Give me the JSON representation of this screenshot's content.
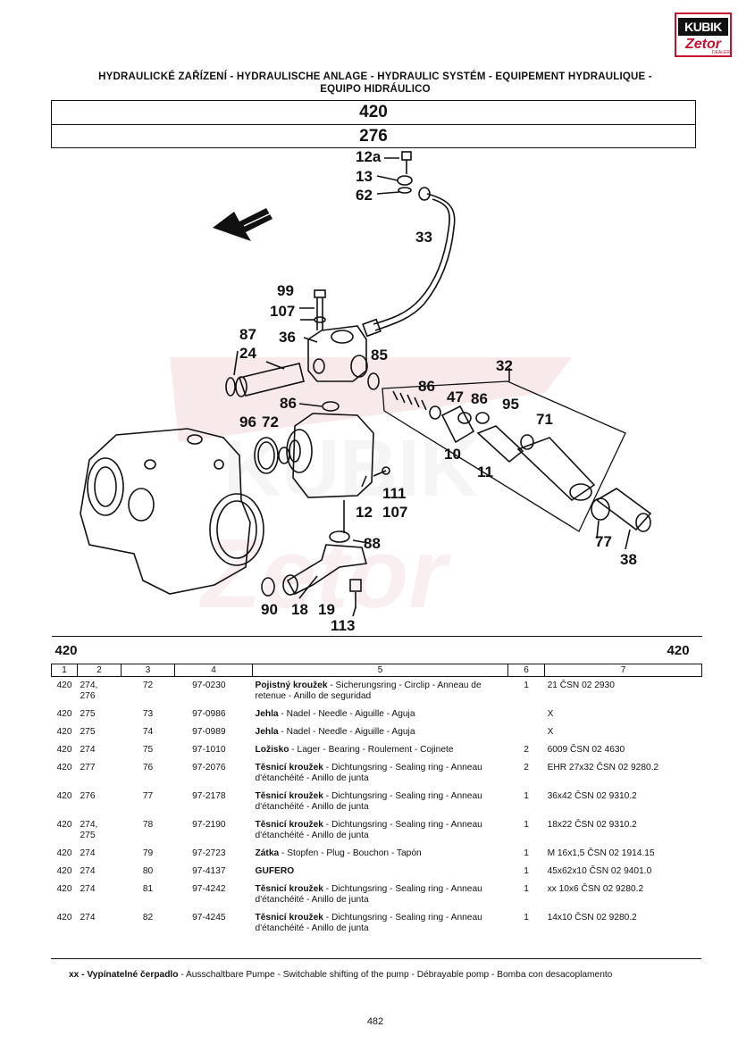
{
  "logo": {
    "brand": "KUBIK",
    "sub": "Zetor",
    "tiny": "DEALER"
  },
  "title": {
    "line1": "HYDRAULICKÉ ZAŘÍZENÍ - HYDRAULISCHE ANLAGE - HYDRAULIC SYSTÉM - EQUIPEMENT HYDRAULIQUE -",
    "line2": "EQUIPO HIDRÁULICO"
  },
  "model_box": {
    "top": "420",
    "bottom": "276"
  },
  "diagram": {
    "callouts": [
      "12a",
      "13",
      "62",
      "33",
      "99",
      "107",
      "36",
      "87",
      "24",
      "85",
      "32",
      "86",
      "47",
      "86",
      "95",
      "71",
      "86",
      "96",
      "72",
      "10",
      "11",
      "111",
      "107",
      "12",
      "88",
      "77",
      "38",
      "90",
      "18",
      "19",
      "113"
    ]
  },
  "table": {
    "model_left": "420",
    "model_right": "420",
    "columns": [
      "1",
      "2",
      "3",
      "4",
      "5",
      "6",
      "7"
    ],
    "rows": [
      {
        "c1": "420",
        "c2": "274,\n276",
        "c3": "72",
        "c4": "97-0230",
        "name": "Pojistný kroužek",
        "desc": " - Sicherungsring - Circlip - Anneau de retenue - Anillo de seguridad",
        "c6": "1",
        "c7": "21 ČSN 02 2930"
      },
      {
        "c1": "420",
        "c2": "275",
        "c3": "73",
        "c4": "97-0986",
        "name": "Jehla",
        "desc": " - Nadel - Needle - Aiguille - Aguja",
        "c6": "",
        "c7": "X"
      },
      {
        "c1": "420",
        "c2": "275",
        "c3": "74",
        "c4": "97-0989",
        "name": "Jehla",
        "desc": " - Nadel - Needle - Aiguille - Aguja",
        "c6": "",
        "c7": "X"
      },
      {
        "c1": "420",
        "c2": "274",
        "c3": "75",
        "c4": "97-1010",
        "name": "Ložisko",
        "desc": " - Lager - Bearing - Roulement - Cojinete",
        "c6": "2",
        "c7": "6009 ČSN 02 4630"
      },
      {
        "c1": "420",
        "c2": "277",
        "c3": "76",
        "c4": "97-2076",
        "name": "Těsnicí kroužek",
        "desc": " - Dichtungsring - Sealing ring - Anneau d'étanchéité - Anillo de junta",
        "c6": "2",
        "c7": "EHR  27x32 ČSN 02 9280.2"
      },
      {
        "c1": "420",
        "c2": "276",
        "c3": "77",
        "c4": "97-2178",
        "name": "Těsnicí kroužek",
        "desc": " - Dichtungsring - Sealing ring - Anneau d'étanchéité - Anillo de junta",
        "c6": "1",
        "c7": "36x42 ČSN 02 9310.2"
      },
      {
        "c1": "420",
        "c2": "274,\n275",
        "c3": "78",
        "c4": "97-2190",
        "name": "Těsnicí kroužek",
        "desc": " - Dichtungsring - Sealing ring - Anneau d'étanchéité - Anillo de junta",
        "c6": "1",
        "c7": "18x22 ČSN 02 9310.2"
      },
      {
        "c1": "420",
        "c2": "274",
        "c3": "79",
        "c4": "97-2723",
        "name": "Zátka",
        "desc": " - Stopfen - Plug - Bouchon - Tapón",
        "c6": "1",
        "c7": "M 16x1,5 ČSN 02 1914.15"
      },
      {
        "c1": "420",
        "c2": "274",
        "c3": "80",
        "c4": "97-4137",
        "name": "GUFERO",
        "desc": "",
        "c6": "1",
        "c7": "45x62x10 ČSN 02 9401.0"
      },
      {
        "c1": "420",
        "c2": "274",
        "c3": "81",
        "c4": "97-4242",
        "name": "Těsnicí kroužek",
        "desc": " - Dichtungsring - Sealing ring - Anneau d'étanchéité - Anillo de junta",
        "c6": "1",
        "c7": "xx   10x6 ČSN 02 9280.2"
      },
      {
        "c1": "420",
        "c2": "274",
        "c3": "82",
        "c4": "97-4245",
        "name": "Těsnicí kroužek",
        "desc": " - Dichtungsring - Sealing ring - Anneau d'étanchéité - Anillo de junta",
        "c6": "1",
        "c7": "14x10 ČSN 02 9280.2"
      }
    ]
  },
  "footnote": {
    "bold": "xx - Vypínatelné čerpadlo",
    "rest": " - Ausschaltbare Pumpe - Switchable shifting of the pump - Débrayable pomp - Bomba con desacoplamento"
  },
  "page_number": "482",
  "colors": {
    "brand_red": "#c8102e",
    "ink": "#111111",
    "watermark": "#f3d9dc"
  }
}
